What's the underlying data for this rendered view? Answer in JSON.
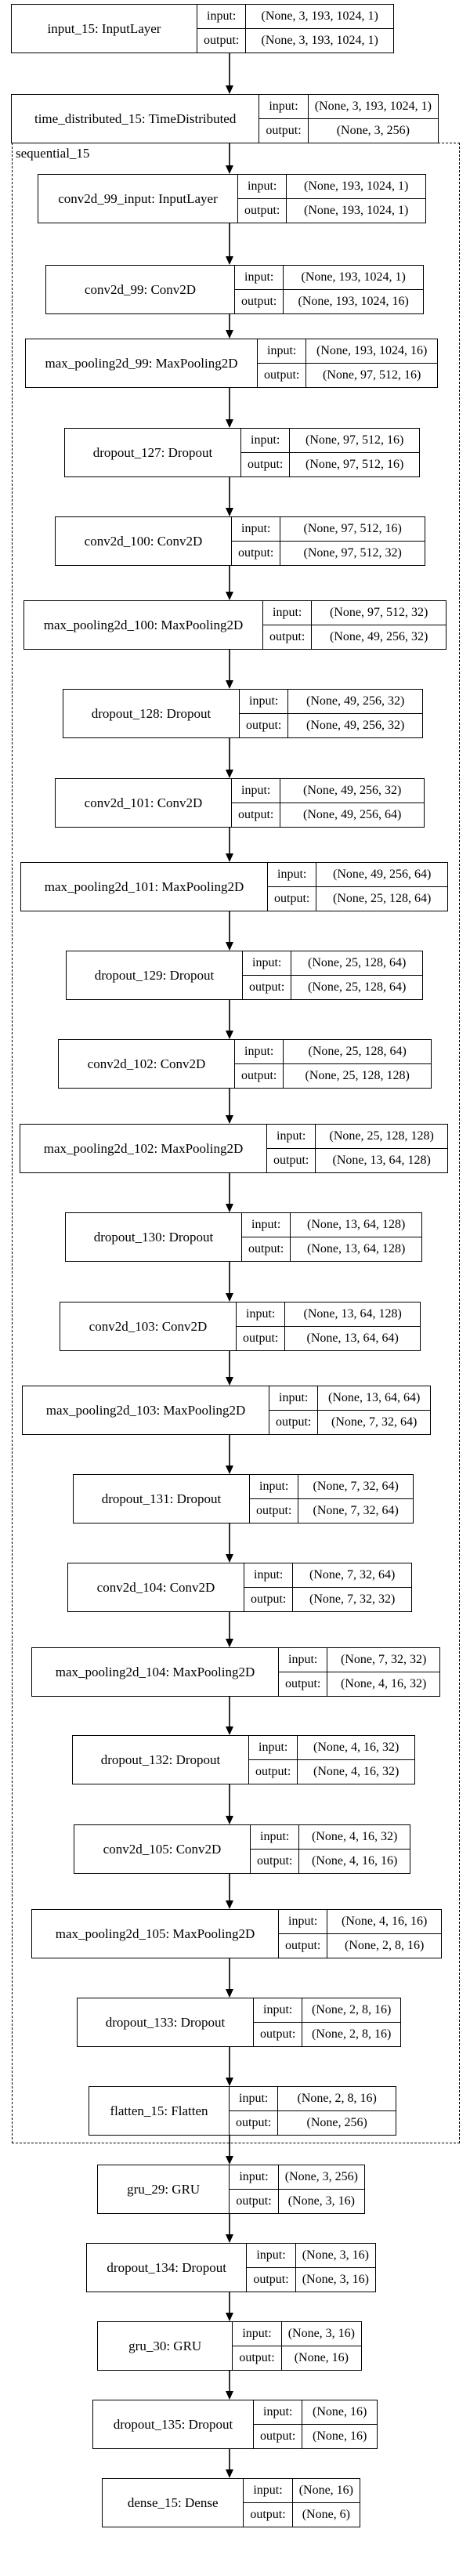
{
  "labels": {
    "input": "input:",
    "output": "output:"
  },
  "cluster": {
    "label": "sequential_15"
  },
  "layers": [
    {
      "name": "input_15: InputLayer",
      "input": "(None, 3, 193, 1024, 1)",
      "output": "(None, 3, 193, 1024, 1)"
    },
    {
      "name": "time_distributed_15: TimeDistributed",
      "input": "(None, 3, 193, 1024, 1)",
      "output": "(None, 3, 256)"
    },
    {
      "name": "conv2d_99_input: InputLayer",
      "input": "(None, 193, 1024, 1)",
      "output": "(None, 193, 1024, 1)"
    },
    {
      "name": "conv2d_99: Conv2D",
      "input": "(None, 193, 1024, 1)",
      "output": "(None, 193, 1024, 16)"
    },
    {
      "name": "max_pooling2d_99: MaxPooling2D",
      "input": "(None, 193, 1024, 16)",
      "output": "(None, 97, 512, 16)"
    },
    {
      "name": "dropout_127: Dropout",
      "input": "(None, 97, 512, 16)",
      "output": "(None, 97, 512, 16)"
    },
    {
      "name": "conv2d_100: Conv2D",
      "input": "(None, 97, 512, 16)",
      "output": "(None, 97, 512, 32)"
    },
    {
      "name": "max_pooling2d_100: MaxPooling2D",
      "input": "(None, 97, 512, 32)",
      "output": "(None, 49, 256, 32)"
    },
    {
      "name": "dropout_128: Dropout",
      "input": "(None, 49, 256, 32)",
      "output": "(None, 49, 256, 32)"
    },
    {
      "name": "conv2d_101: Conv2D",
      "input": "(None, 49, 256, 32)",
      "output": "(None, 49, 256, 64)"
    },
    {
      "name": "max_pooling2d_101: MaxPooling2D",
      "input": "(None, 49, 256, 64)",
      "output": "(None, 25, 128, 64)"
    },
    {
      "name": "dropout_129: Dropout",
      "input": "(None, 25, 128, 64)",
      "output": "(None, 25, 128, 64)"
    },
    {
      "name": "conv2d_102: Conv2D",
      "input": "(None, 25, 128, 64)",
      "output": "(None, 25, 128, 128)"
    },
    {
      "name": "max_pooling2d_102: MaxPooling2D",
      "input": "(None, 25, 128, 128)",
      "output": "(None, 13, 64, 128)"
    },
    {
      "name": "dropout_130: Dropout",
      "input": "(None, 13, 64, 128)",
      "output": "(None, 13, 64, 128)"
    },
    {
      "name": "conv2d_103: Conv2D",
      "input": "(None, 13, 64, 128)",
      "output": "(None, 13, 64, 64)"
    },
    {
      "name": "max_pooling2d_103: MaxPooling2D",
      "input": "(None, 13, 64, 64)",
      "output": "(None, 7, 32, 64)"
    },
    {
      "name": "dropout_131: Dropout",
      "input": "(None, 7, 32, 64)",
      "output": "(None, 7, 32, 64)"
    },
    {
      "name": "conv2d_104: Conv2D",
      "input": "(None, 7, 32, 64)",
      "output": "(None, 7, 32, 32)"
    },
    {
      "name": "max_pooling2d_104: MaxPooling2D",
      "input": "(None, 7, 32, 32)",
      "output": "(None, 4, 16, 32)"
    },
    {
      "name": "dropout_132: Dropout",
      "input": "(None, 4, 16, 32)",
      "output": "(None, 4, 16, 32)"
    },
    {
      "name": "conv2d_105: Conv2D",
      "input": "(None, 4, 16, 32)",
      "output": "(None, 4, 16, 16)"
    },
    {
      "name": "max_pooling2d_105: MaxPooling2D",
      "input": "(None, 4, 16, 16)",
      "output": "(None, 2, 8, 16)"
    },
    {
      "name": "dropout_133: Dropout",
      "input": "(None, 2, 8, 16)",
      "output": "(None, 2, 8, 16)"
    },
    {
      "name": "flatten_15: Flatten",
      "input": "(None, 2, 8, 16)",
      "output": "(None, 256)"
    },
    {
      "name": "gru_29: GRU",
      "input": "(None, 3, 256)",
      "output": "(None, 3, 16)"
    },
    {
      "name": "dropout_134: Dropout",
      "input": "(None, 3, 16)",
      "output": "(None, 3, 16)"
    },
    {
      "name": "gru_30: GRU",
      "input": "(None, 3, 16)",
      "output": "(None, 16)"
    },
    {
      "name": "dropout_135: Dropout",
      "input": "(None, 16)",
      "output": "(None, 16)"
    },
    {
      "name": "dense_15: Dense",
      "input": "(None, 16)",
      "output": "(None, 6)"
    }
  ]
}
